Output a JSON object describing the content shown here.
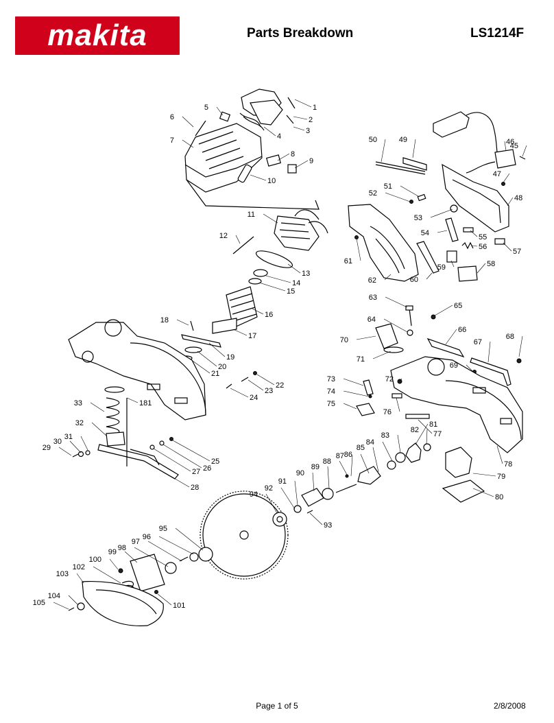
{
  "header": {
    "brand": "makita",
    "brand_mark": "®",
    "title": "Parts Breakdown",
    "model": "LS1214F"
  },
  "footer": {
    "page": "Page 1 of 5",
    "date": "2/8/2008"
  },
  "colors": {
    "brand_red": "#d0021b",
    "line": "#000000",
    "background": "#ffffff"
  },
  "callouts": [
    "1",
    "2",
    "3",
    "4",
    "5",
    "6",
    "7",
    "8",
    "9",
    "10",
    "11",
    "12",
    "13",
    "14",
    "15",
    "16",
    "17",
    "18",
    "19",
    "20",
    "21",
    "22",
    "23",
    "24",
    "25",
    "26",
    "27",
    "28",
    "29",
    "30",
    "31",
    "32",
    "33",
    "45",
    "46",
    "47",
    "48",
    "49",
    "50",
    "51",
    "52",
    "53",
    "54",
    "55",
    "56",
    "57",
    "58",
    "59",
    "60",
    "61",
    "62",
    "63",
    "64",
    "65",
    "66",
    "67",
    "68",
    "69",
    "70",
    "71",
    "72",
    "73",
    "74",
    "75",
    "76",
    "77",
    "78",
    "79",
    "80",
    "81",
    "82",
    "83",
    "84",
    "85",
    "86",
    "87",
    "88",
    "89",
    "90",
    "91",
    "92",
    "93",
    "94",
    "95",
    "96",
    "97",
    "98",
    "99",
    "100",
    "101",
    "102",
    "103",
    "104",
    "105",
    "181"
  ]
}
